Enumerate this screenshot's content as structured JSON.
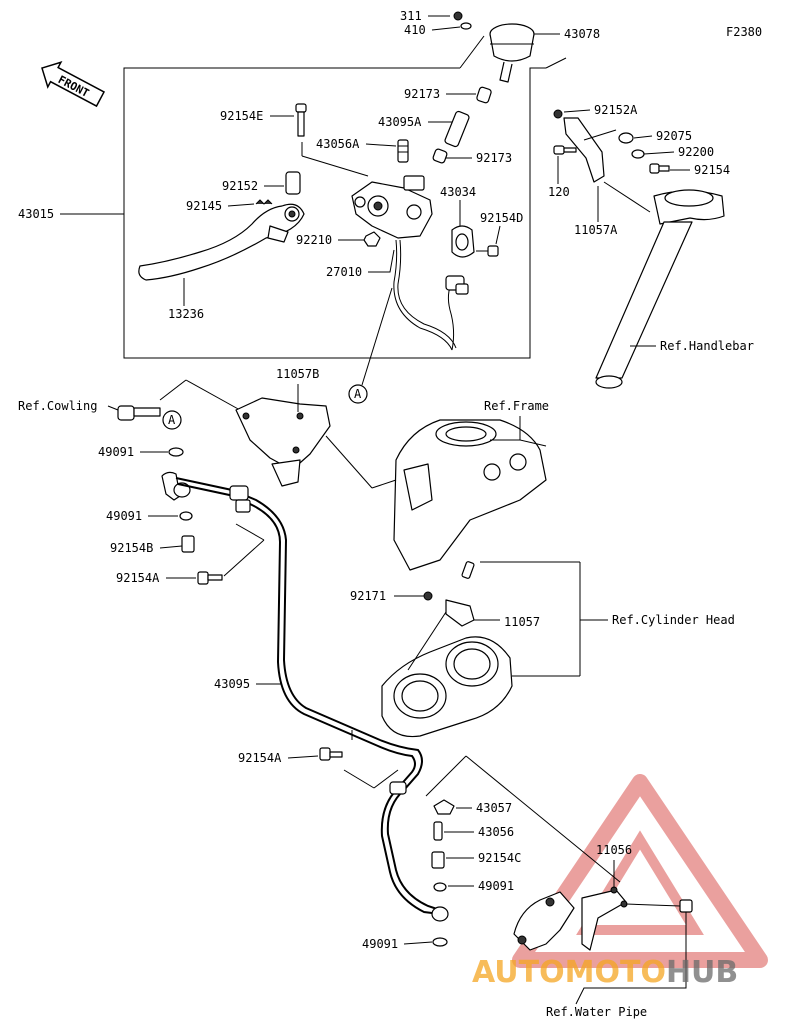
{
  "diagram_code": "F2380",
  "front_label": "FRONT",
  "callout_letter": "A",
  "parts": {
    "p311": "311",
    "p410": "410",
    "p43078": "43078",
    "p92173a": "92173",
    "p43095A": "43095A",
    "p92173b": "92173",
    "p92154E": "92154E",
    "p43056A": "43056A",
    "p43015": "43015",
    "p92152": "92152",
    "p92145": "92145",
    "p43034": "43034",
    "p92154D": "92154D",
    "p92210": "92210",
    "p27010": "27010",
    "p13236": "13236",
    "p92152A": "92152A",
    "p92075": "92075",
    "p92200": "92200",
    "p120": "120",
    "p92154": "92154",
    "p11057A": "11057A",
    "p11057B": "11057B",
    "p49091a": "49091",
    "p49091b": "49091",
    "p92154B": "92154B",
    "p92154A": "92154A",
    "p92171": "92171",
    "p11057": "11057",
    "p43095": "43095",
    "p92154A2": "92154A",
    "p43057": "43057",
    "p43056": "43056",
    "p92154C": "92154C",
    "p49091c": "49091",
    "p49091d": "49091",
    "p11056": "11056"
  },
  "refs": {
    "handlebar": "Ref.Handlebar",
    "cowling": "Ref.Cowling",
    "frame": "Ref.Frame",
    "cylinder_head": "Ref.Cylinder Head",
    "water_pipe": "Ref.Water Pipe"
  },
  "watermark": {
    "part1": "AUTO",
    "part2": "MOTO",
    "part3": "HUB",
    "color_orange": "#f5a623",
    "color_red": "#d9534f",
    "color_gray": "#6b6b6b"
  }
}
